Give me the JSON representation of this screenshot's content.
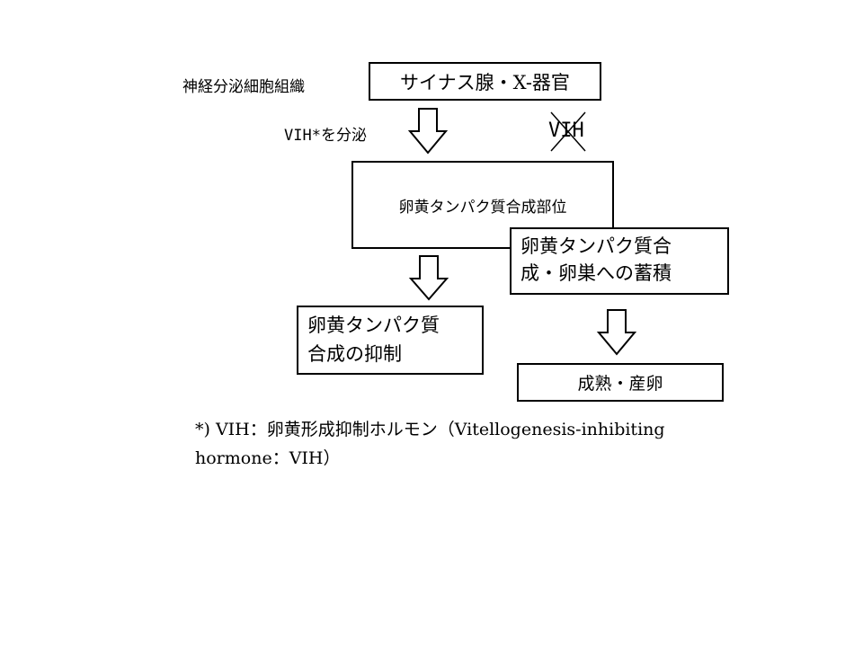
{
  "diagram": {
    "tissue_label": "神経分泌細胞組織",
    "source_box": "サイナス腺・X-器官",
    "secrete_label": "VIH*を分泌",
    "crossed_label": "VIH",
    "synthesis_site_box": "卵黄タンパク質合成部位",
    "storage_box_line1": "卵黄タンパク質合",
    "storage_box_line2": "成・卵巣への蓄積",
    "inhibition_box_line1": "卵黄タンパク質",
    "inhibition_box_line2": "合成の抑制",
    "maturation_box": "成熟・産卵"
  },
  "footnote": {
    "line1": "*) VIH：卵黄形成抑制ホルモン（Vitellogenesis-inhibiting",
    "line2": "hormone：VIH）"
  }
}
